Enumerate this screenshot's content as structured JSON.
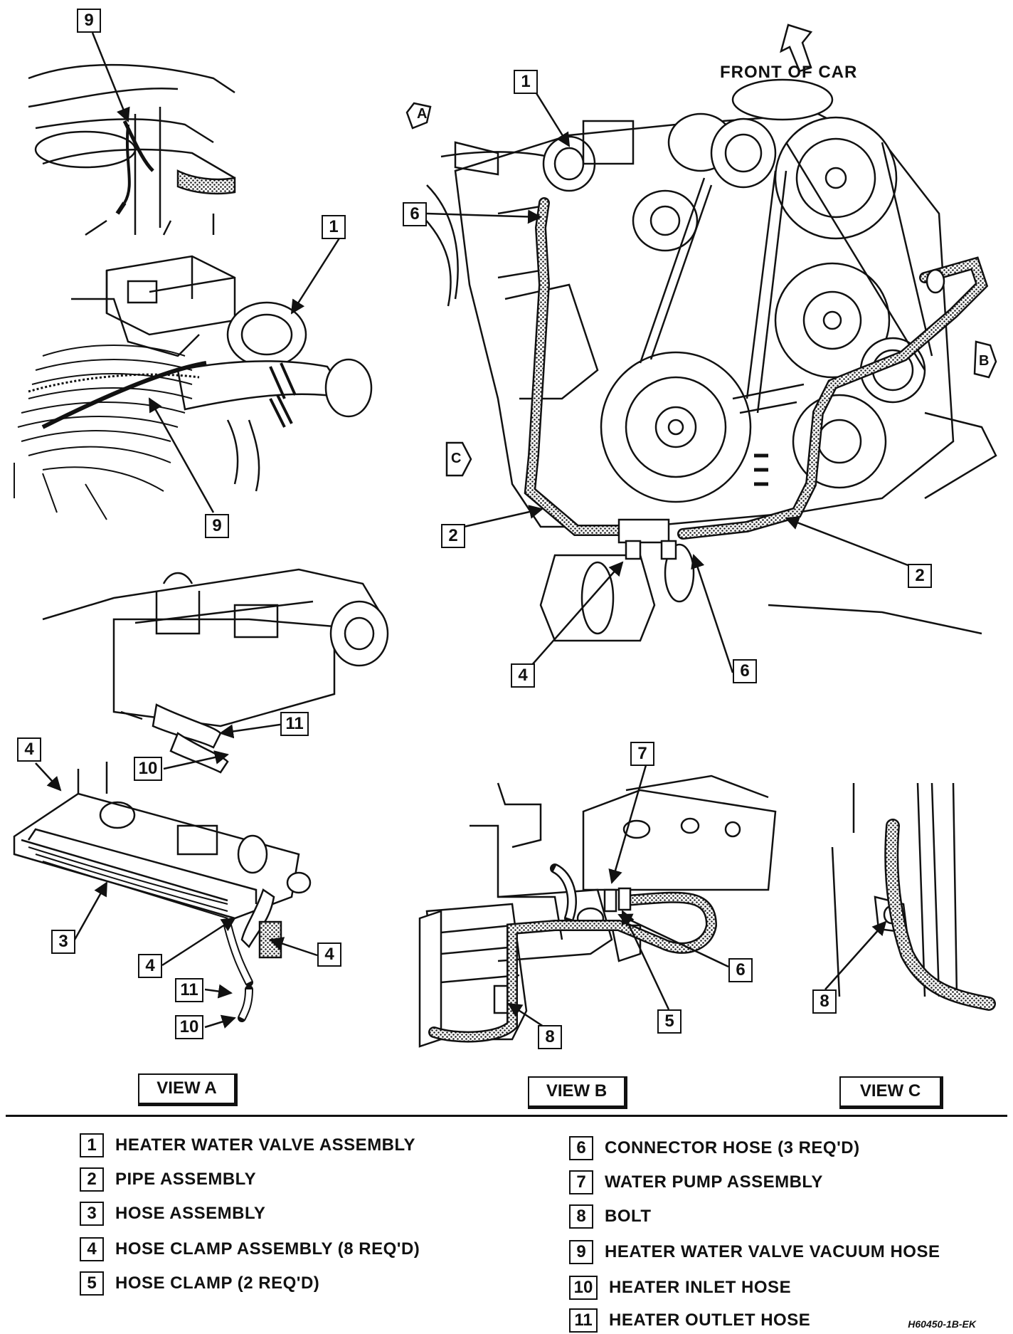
{
  "diagram": {
    "front_label": "FRONT OF CAR",
    "view_markers": [
      "A",
      "B",
      "C"
    ],
    "view_labels": [
      "VIEW A",
      "VIEW B",
      "VIEW C"
    ],
    "callouts": [
      "9",
      "1",
      "9",
      "11",
      "10",
      "4",
      "3",
      "4",
      "11",
      "10",
      "4",
      "1",
      "6",
      "2",
      "2",
      "4",
      "6",
      "7",
      "6",
      "5",
      "8",
      "8"
    ],
    "legend": [
      {
        "num": "1",
        "text": "HEATER WATER VALVE ASSEMBLY"
      },
      {
        "num": "2",
        "text": "PIPE ASSEMBLY"
      },
      {
        "num": "3",
        "text": "HOSE ASSEMBLY"
      },
      {
        "num": "4",
        "text": "HOSE CLAMP ASSEMBLY (8 REQ'D)"
      },
      {
        "num": "5",
        "text": "HOSE CLAMP (2 REQ'D)"
      },
      {
        "num": "6",
        "text": "CONNECTOR HOSE (3 REQ'D)"
      },
      {
        "num": "7",
        "text": "WATER PUMP ASSEMBLY"
      },
      {
        "num": "8",
        "text": "BOLT"
      },
      {
        "num": "9",
        "text": "HEATER WATER VALVE VACUUM HOSE"
      },
      {
        "num": "10",
        "text": "HEATER INLET HOSE"
      },
      {
        "num": "11",
        "text": "HEATER OUTLET HOSE"
      }
    ],
    "drawing_code": "H60450-1B-EK"
  }
}
